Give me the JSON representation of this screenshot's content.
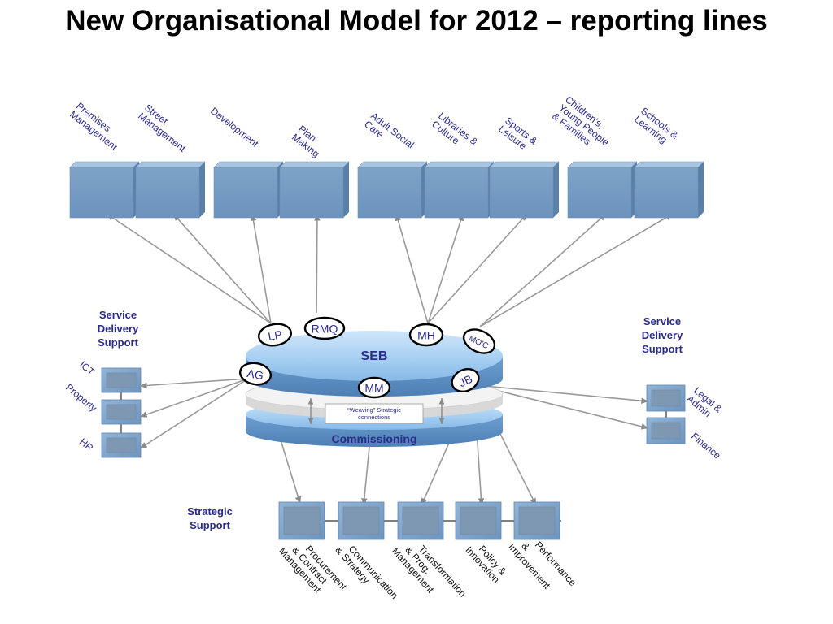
{
  "title": "New Organisational Model for 2012 – reporting lines",
  "top_units": [
    {
      "id": "premises",
      "lines": [
        "Premises",
        "Management"
      ]
    },
    {
      "id": "street",
      "lines": [
        "Street",
        "Management"
      ]
    },
    {
      "id": "development",
      "lines": [
        "Development"
      ]
    },
    {
      "id": "plan",
      "lines": [
        "Plan",
        "Making"
      ]
    },
    {
      "id": "adult",
      "lines": [
        "Adult Social",
        "Care"
      ]
    },
    {
      "id": "libraries",
      "lines": [
        "Libraries &",
        "Culture"
      ]
    },
    {
      "id": "sports",
      "lines": [
        "Sports &",
        "Leisure"
      ]
    },
    {
      "id": "children",
      "lines": [
        "Children's,",
        "Young People",
        "& Families"
      ]
    },
    {
      "id": "schools",
      "lines": [
        "Schools &",
        "Learning"
      ]
    }
  ],
  "seb_label": "SEB",
  "commissioning_label": "Commissioning",
  "weaving_lines": [
    "“Weaving” Strategic",
    "connections"
  ],
  "initials": [
    "LP",
    "RMQ",
    "MH",
    "MO'C",
    "AG",
    "MM",
    "JB"
  ],
  "left_heading": [
    "Service",
    "Delivery",
    "Support"
  ],
  "left_units": [
    "ICT",
    "Property",
    "HR"
  ],
  "right_heading": [
    "Service",
    "Delivery",
    "Support"
  ],
  "right_units": [
    {
      "id": "legal",
      "lines": [
        "Legal &",
        "Admin"
      ]
    },
    {
      "id": "finance",
      "lines": [
        "Finance"
      ]
    }
  ],
  "bottom_heading": [
    "Strategic",
    "Support"
  ],
  "bottom_units": [
    {
      "id": "procurement",
      "lines": [
        "Procurement",
        "& Contract",
        "Management"
      ]
    },
    {
      "id": "communication",
      "lines": [
        "Communication",
        "& Strategy"
      ]
    },
    {
      "id": "transformation",
      "lines": [
        "Transformation",
        "& Prog.",
        "Management"
      ]
    },
    {
      "id": "policy",
      "lines": [
        "Policy &",
        "Innovation"
      ]
    },
    {
      "id": "performance",
      "lines": [
        "Performance",
        "&",
        "Improvement"
      ]
    }
  ],
  "colors": {
    "box_front": "#7a9fc4",
    "box_top": "#a9c4df",
    "box_side": "#5b80a8",
    "disc": "#9cc6ec",
    "text_blue": "#2b2b8a"
  }
}
